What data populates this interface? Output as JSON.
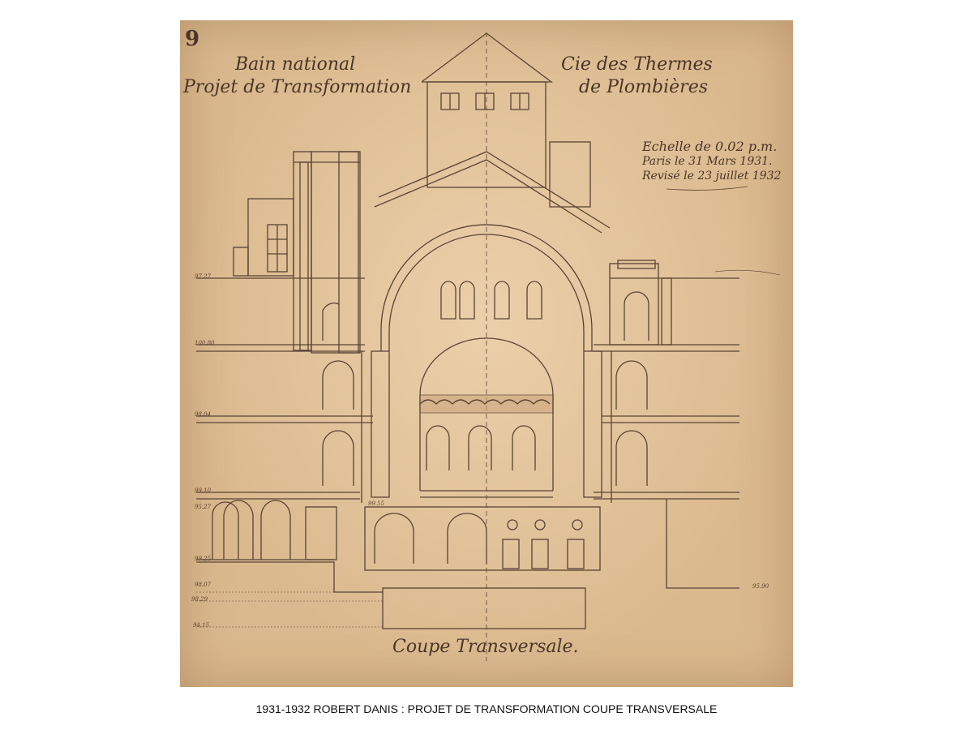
{
  "sheet": {
    "number": "9",
    "title_line1": "Bain national",
    "title_line2": "Projet de Transformation",
    "company_line1": "Cie des Thermes",
    "company_line2": "de Plombières",
    "scale": "Echelle de 0.02 p.m.",
    "date": "Paris le 31 Mars 1931.",
    "revision": "Revisé le 23 juillet 1932",
    "drawing_title": "Coupe Transversale.",
    "level_marks": [
      "97.27",
      "100.80",
      "98.04",
      "99.10",
      "99.55",
      "95.27",
      "99.25",
      "98.07",
      "98.29",
      "94.15",
      "95.90"
    ]
  },
  "caption": "1931-1932  ROBERT DANIS  :  PROJET DE TRANSFORMATION COUPE TRANSVERSALE"
}
